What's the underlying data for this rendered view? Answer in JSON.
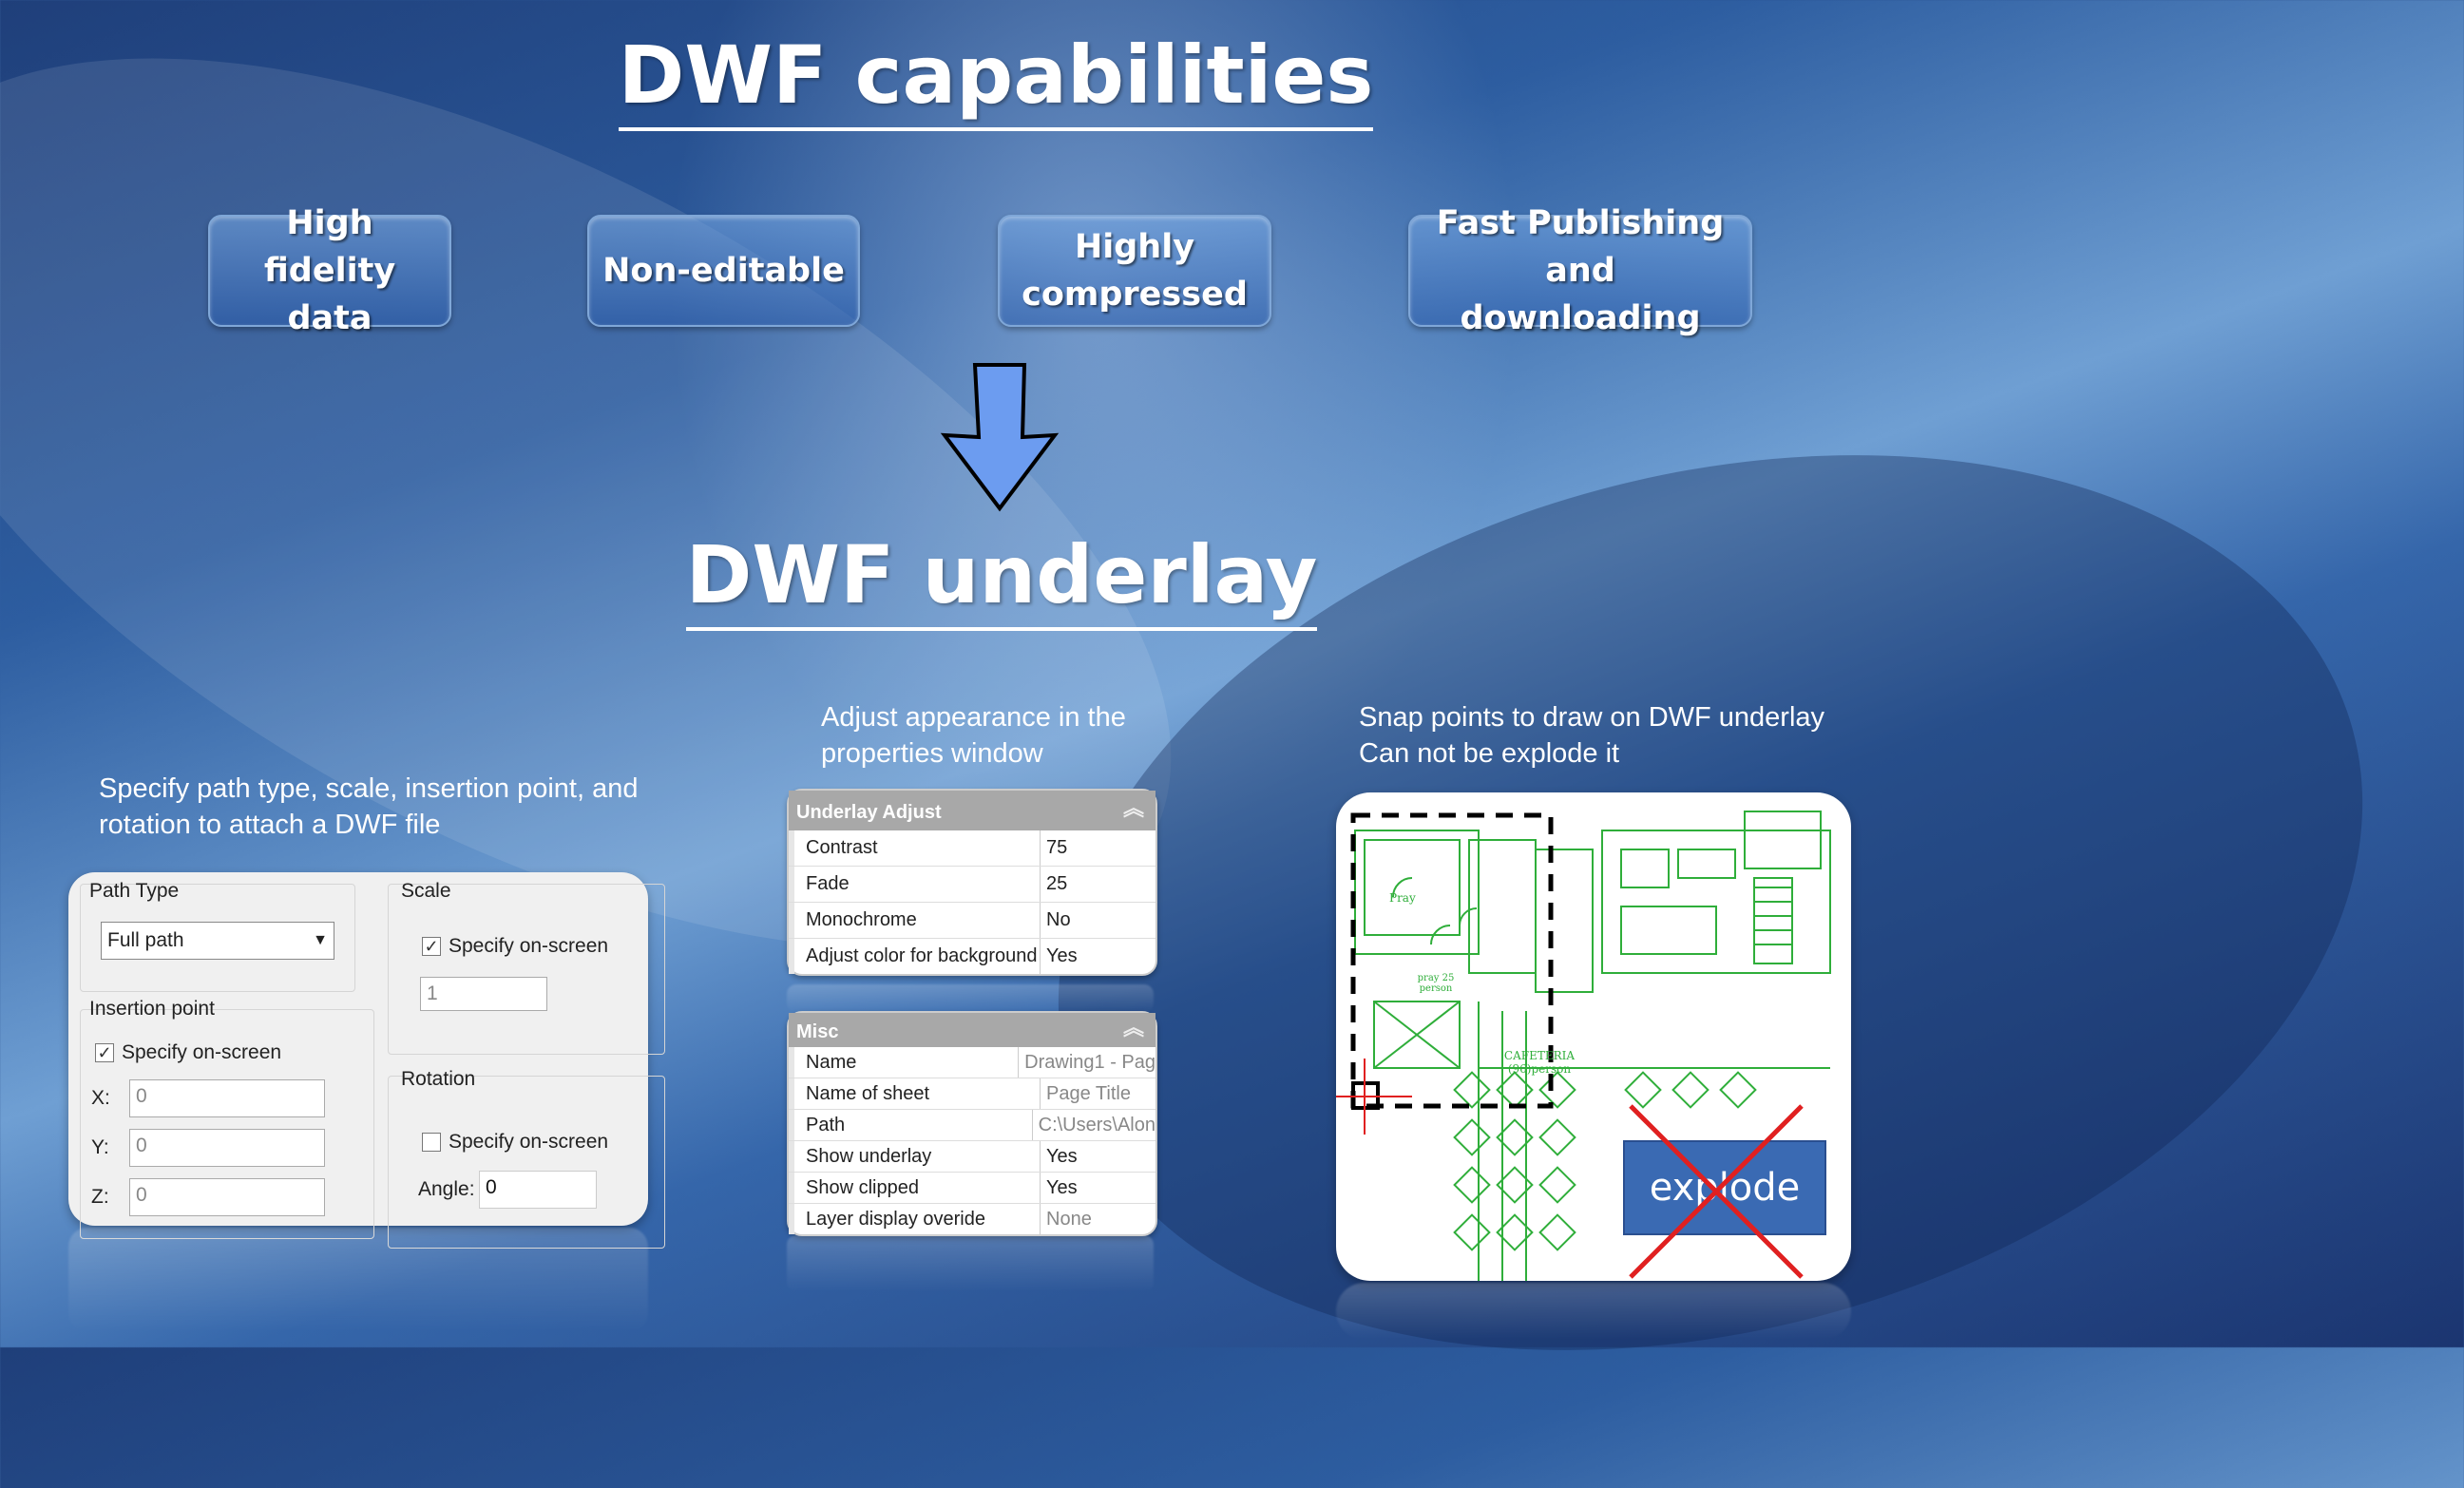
{
  "slide": {
    "title": "DWF capabilities",
    "subtitle": "DWF underlay"
  },
  "features": [
    {
      "label": "High fidelity data"
    },
    {
      "label": "Non-editable"
    },
    {
      "label": "Highly compressed"
    },
    {
      "label": "Fast Publishing and downloading"
    }
  ],
  "captions": {
    "attach": "Specify path type, scale, insertion point, and rotation to attach a DWF file",
    "adjust": "Adjust appearance in the properties window",
    "snap_line1": "Snap points to draw on DWF underlay",
    "snap_line2": "Can not be explode it"
  },
  "attach_dialog": {
    "path_type_label": "Path Type",
    "path_type_value": "Full path",
    "scale_label": "Scale",
    "scale_specify": "Specify on-screen",
    "scale_value": "1",
    "insertion_label": "Insertion point",
    "insertion_specify": "Specify on-screen",
    "x_label": "X:",
    "x_value": "0",
    "y_label": "Y:",
    "y_value": "0",
    "z_label": "Z:",
    "z_value": "0",
    "rotation_label": "Rotation",
    "rotation_specify": "Specify on-screen",
    "angle_label": "Angle:",
    "angle_value": "0"
  },
  "properties": {
    "underlay_header": "Underlay Adjust",
    "underlay_rows": [
      {
        "key": "Contrast",
        "value": "75"
      },
      {
        "key": "Fade",
        "value": "25"
      },
      {
        "key": "Monochrome",
        "value": "No"
      },
      {
        "key": "Adjust color for background",
        "value": "Yes"
      }
    ],
    "misc_header": "Misc",
    "misc_rows": [
      {
        "key": "Name",
        "value": "Drawing1 - Pag"
      },
      {
        "key": "Name of sheet",
        "value": "Page Title"
      },
      {
        "key": "Path",
        "value": "C:\\Users\\Alon"
      },
      {
        "key": "Show underlay",
        "value": "Yes"
      },
      {
        "key": "Show clipped",
        "value": "Yes"
      },
      {
        "key": "Layer display overide",
        "value": "None"
      }
    ]
  },
  "drawing": {
    "room_label_1": "Pray",
    "room_label_2": "pray 25 person",
    "room_label_3": "CAFETERIA (96)person",
    "explode_label": "explode"
  },
  "colors": {
    "arrow": "#6c9cf0",
    "plan_lines": "#2fae3a",
    "cross": "#e02020"
  }
}
